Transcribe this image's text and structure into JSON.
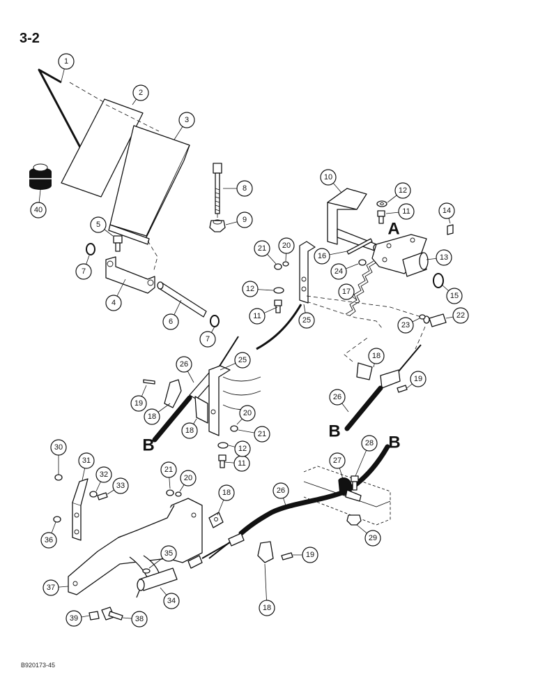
{
  "page": {
    "number": "3-2",
    "figure_code": "B920173-45"
  },
  "letters": {
    "a": "A",
    "b": "B"
  },
  "callouts": [
    "1",
    "2",
    "3",
    "4",
    "5",
    "6",
    "7",
    "8",
    "9",
    "10",
    "11",
    "12",
    "13",
    "14",
    "15",
    "16",
    "17",
    "18",
    "19",
    "20",
    "21",
    "22",
    "23",
    "24",
    "25",
    "26",
    "27",
    "28",
    "29",
    "30",
    "31",
    "32",
    "33",
    "34",
    "35",
    "36",
    "37",
    "38",
    "39",
    "40"
  ]
}
